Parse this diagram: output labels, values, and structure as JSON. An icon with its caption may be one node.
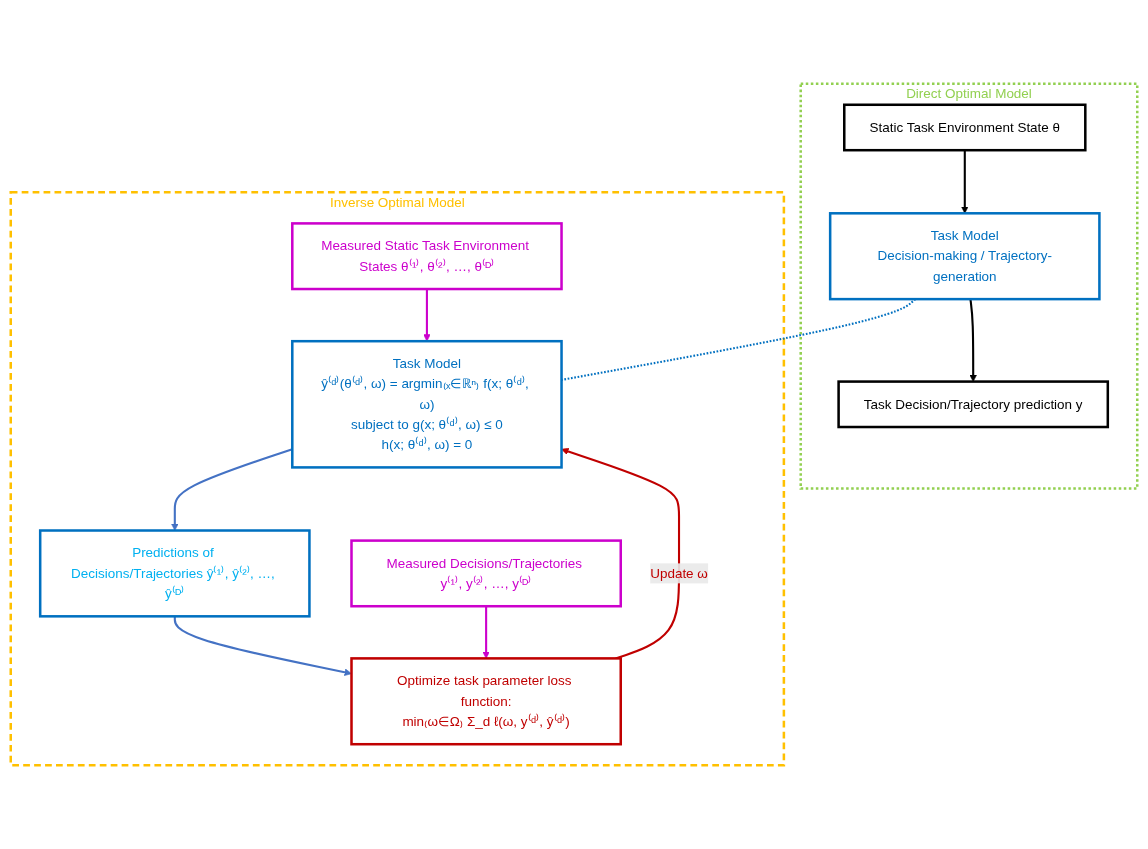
{
  "diagram": {
    "nodes": [
      {
        "text": [
          "Direct Optimal Model"
        ]
      },
      {
        "text": [
          "Static Task Environment State θ"
        ],
        "in": 0
      },
      {
        "text": [
          "Task Model",
          "Decision-making / Trajectory-generation"
        ],
        "in": 0
      },
      {
        "text": [
          "Task Decision/Trajectory prediction y"
        ],
        "in": 0
      },
      {
        "text": [
          "Inverse Optimal Model"
        ]
      },
      {
        "text": [
          "Task Model",
          "ŷ⁽ᵈ⁾(θ⁽ᵈ⁾, ω) = argmin₍ₓ∈ℝⁿ₎ f(x; θ⁽ᵈ⁾, ω)",
          "subject to g(x; θ⁽ᵈ⁾, ω) ≤ 0",
          "h(x; θ⁽ᵈ⁾, ω) = 0"
        ],
        "in": 4
      },
      {
        "text": [
          "Measured Static Task Environment States θ⁽¹⁾, θ⁽²⁾, …, θ⁽ᴰ⁾"
        ],
        "in": 4
      },
      {
        "text": [
          "Predictions of Decisions/Trajectories ŷ⁽¹⁾, ŷ⁽²⁾, …, ŷ⁽ᴰ⁾"
        ],
        "in": 4
      },
      {
        "text": [
          "Measured Decisions/Trajectories y⁽¹⁾, y⁽²⁾, …, y⁽ᴰ⁾"
        ],
        "in": 4
      },
      {
        "text": [
          "Optimize task parameter loss function:",
          "min₍ω∈Ω₎ Σ_d ℓ(ω, y⁽ᵈ⁾, ŷ⁽ᵈ⁾)"
        ],
        "in": 4
      }
    ],
    "edges": [
      {
        "from": 1,
        "to": 2,
        "arrow": "to"
      },
      {
        "from": 2,
        "to": 3,
        "arrow": "to"
      },
      {
        "from": 2,
        "to": 5,
        "arrow": "none",
        "style": "dashed",
        "color": "#0070c0"
      },
      {
        "from": 6,
        "to": 5,
        "arrow": "to",
        "color": "#cc00cc"
      },
      {
        "from": 5,
        "to": 7,
        "arrow": "to",
        "color": "#4472c4"
      },
      {
        "from": 7,
        "to": 9,
        "arrow": "to",
        "color": "#4472c4"
      },
      {
        "from": 8,
        "to": 9,
        "arrow": "to",
        "color": "#cc00cc"
      },
      {
        "from": 9,
        "to": 5,
        "arrow": "to",
        "label": "Update ω",
        "color": "#c00000"
      }
    ]
  }
}
